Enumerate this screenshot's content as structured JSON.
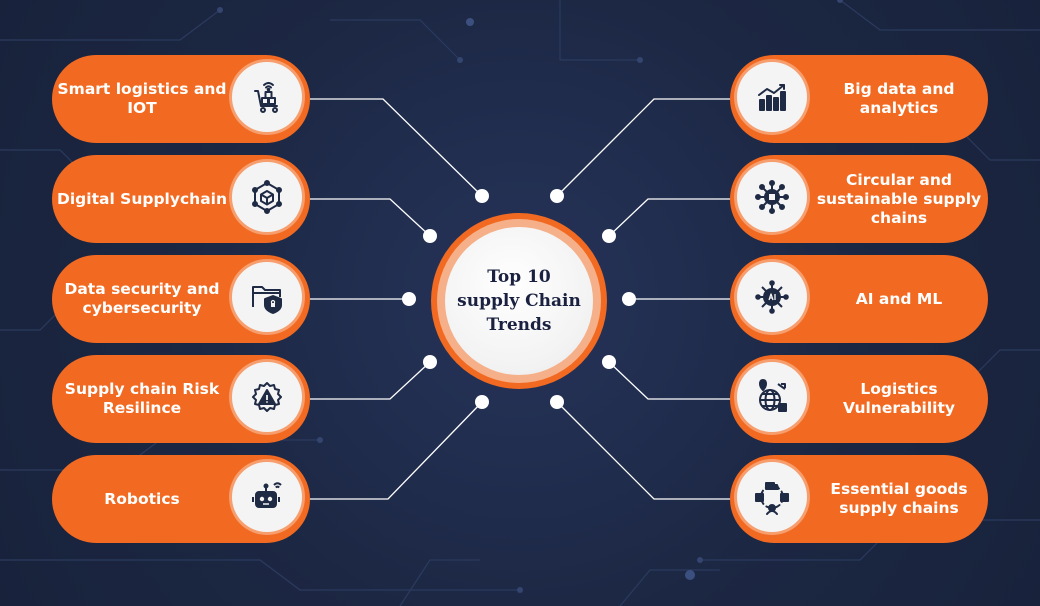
{
  "hub": {
    "title": "Top 10 supply Chain Trends"
  },
  "colors": {
    "background": "#1e2a45",
    "accent": "#f26a21",
    "icon_stroke": "#1f2a44",
    "connector": "#ffffff"
  },
  "left_items": [
    {
      "label": "Smart logistics and IOT",
      "icon": "cart-wifi-icon"
    },
    {
      "label": "Digital Supplychain",
      "icon": "network-cube-icon"
    },
    {
      "label": "Data security and cybersecurity",
      "icon": "folder-shield-icon"
    },
    {
      "label": "Supply chain Risk Resilince",
      "icon": "gear-warning-icon"
    },
    {
      "label": "Robotics",
      "icon": "robot-icon"
    }
  ],
  "right_items": [
    {
      "label": "Big data and analytics",
      "icon": "bar-chart-icon"
    },
    {
      "label": "Circular and sustainable supply chains",
      "icon": "circular-network-icon"
    },
    {
      "label": "AI and ML",
      "icon": "ai-chip-icon"
    },
    {
      "label": "Logistics Vulnerability",
      "icon": "globe-logistics-icon"
    },
    {
      "label": "Essential goods supply chains",
      "icon": "delivery-cycle-icon"
    }
  ]
}
